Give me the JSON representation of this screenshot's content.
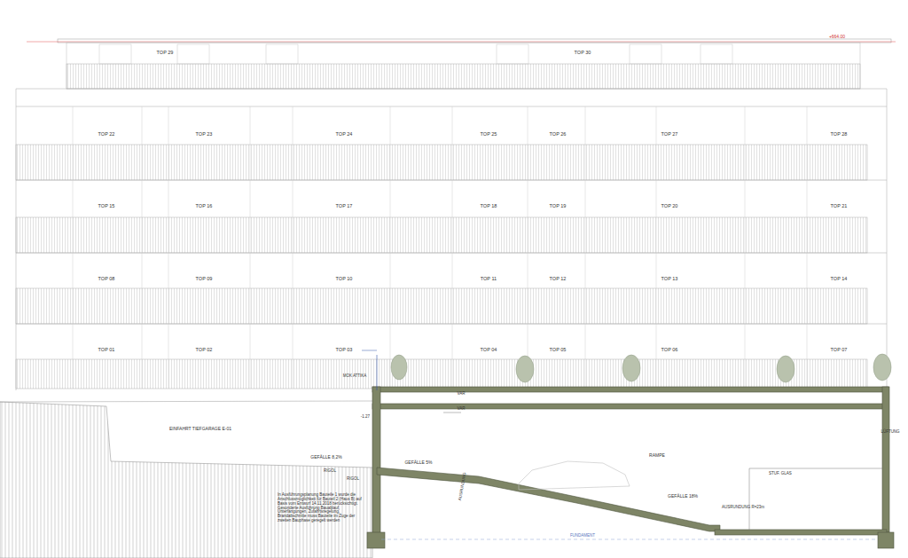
{
  "diagram": {
    "labels": [
      "TOP 29",
      "TOP 30",
      "+664.00",
      "TOP 22",
      "TOP 23",
      "TOP 24",
      "TOP 25",
      "TOP 26",
      "TOP 27",
      "TOP 28",
      "TOP 15",
      "TOP 16",
      "TOP 17",
      "TOP 18",
      "TOP 19",
      "TOP 20",
      "TOP 21",
      "TOP 08",
      "TOP 09",
      "TOP 10",
      "TOP 11",
      "TOP 12",
      "TOP 13",
      "TOP 14",
      "TOP 01",
      "TOP 02",
      "TOP 03",
      "TOP 04",
      "TOP 05",
      "TOP 06",
      "TOP 07",
      "MOK ATTIKA",
      "EINFAHRT TIEFGARAGE E-01",
      "GEFÄLLE 8,2%",
      "RIGOL",
      "RIGOL",
      "GEFÄLLE 5%",
      "RAMPE",
      "GEFÄLLE 18%",
      "AUSRUNDUNG R=23m",
      "AUSRUNDUNG",
      "In Ausführungsplanung Bauteile 1 wurde die Anschlussmöglichkeit für Bauteil 2 (Haus B) auf Basis vom Entwurf 14.11.2018 berücksichtigt. Gesonderte Ausführung Bauablauf, Unterfangungen, Zufahrtsregelung, Brandabschnitte muss Bauteile im Zuge der zweiten Bauphase geregelt werden",
      "FUNDAMENT",
      "VAR",
      "VAR",
      "-1.27",
      "STUF. GLAS",
      "LÜFTUNG"
    ]
  }
}
